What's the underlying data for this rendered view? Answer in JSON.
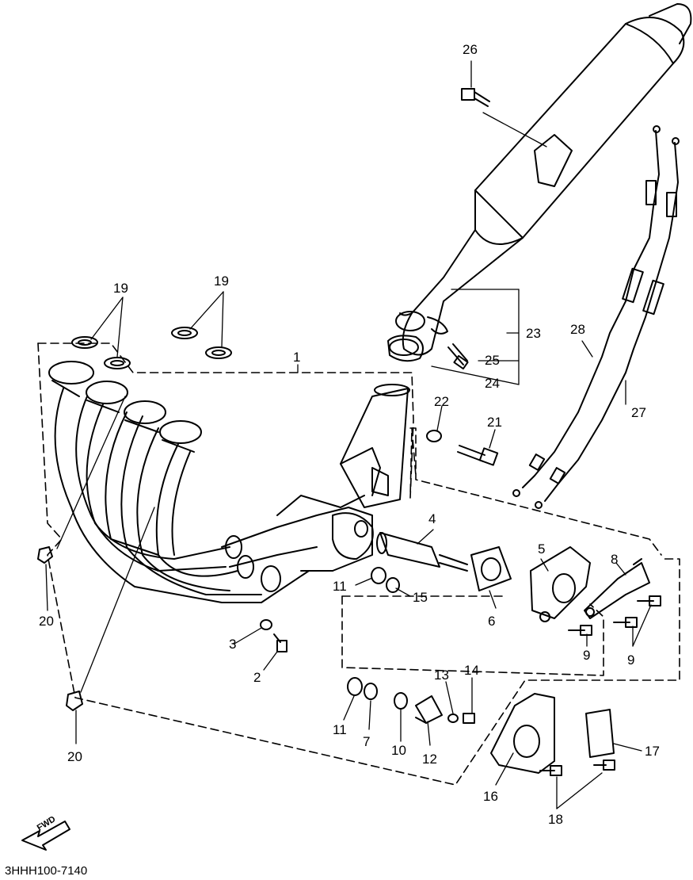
{
  "diagram_code": "3HHH100-7140",
  "direction_label": "FWD",
  "callouts": [
    "1",
    "2",
    "3",
    "4",
    "5",
    "6",
    "7",
    "8",
    "9",
    "9",
    "10",
    "11",
    "11",
    "12",
    "13",
    "14",
    "15",
    "16",
    "17",
    "18",
    "19",
    "19",
    "20",
    "20",
    "21",
    "22",
    "23",
    "24",
    "25",
    "26",
    "27",
    "28"
  ]
}
